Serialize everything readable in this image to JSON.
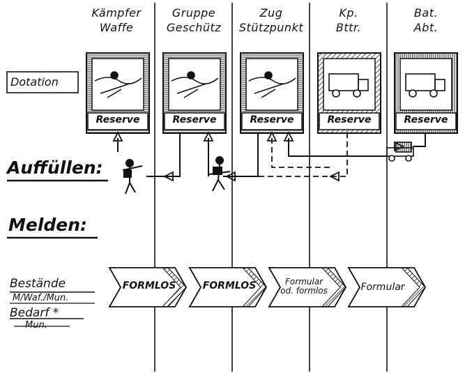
{
  "columns": [
    {
      "line1": "Kämpfer",
      "line2": "Waffe"
    },
    {
      "line1": "Gruppe",
      "line2": "Geschütz"
    },
    {
      "line1": "Zug",
      "line2": "Stützpunkt"
    },
    {
      "line1": "Kp.",
      "line2": "Bttr."
    },
    {
      "line1": "Bat.",
      "line2": "Abt."
    }
  ],
  "rows": {
    "dotation": "Dotation",
    "auffuellen": "Auffüllen:",
    "melden": "Melden:",
    "bestaende": "Bestände",
    "bestaende_sub": "M/Waf./Mun.",
    "bedarf": "Bedarf *",
    "bedarf_sub": "Mun."
  },
  "reserve_label": "Reserve",
  "chevrons": [
    {
      "line1": "FORMLOS",
      "line2": ""
    },
    {
      "line1": "FORMLOS",
      "line2": ""
    },
    {
      "line1": "Formular",
      "line2": "od. formlos"
    },
    {
      "line1": "Formular",
      "line2": ""
    }
  ]
}
